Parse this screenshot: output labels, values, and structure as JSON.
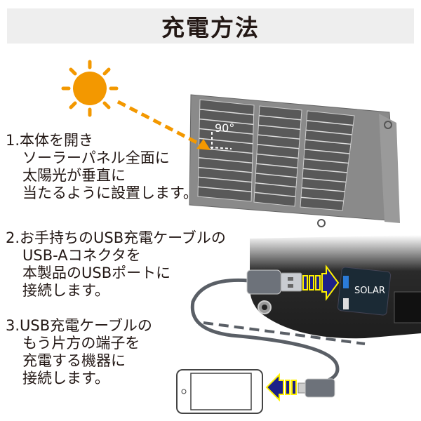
{
  "title": "充電方法",
  "steps": [
    {
      "lines": [
        "1.本体を開き",
        "ソーラーパネル全面に",
        "太陽光が垂直に",
        "当たるように設置します。"
      ]
    },
    {
      "lines": [
        "2.お手持ちのUSB充電ケーブルの",
        "USB-Aコネクタを",
        "本製品のUSBポートに",
        "接続します。"
      ]
    },
    {
      "lines": [
        "3.USB充電ケーブルの",
        "もう片方の端子を",
        "充電する機器に",
        "接続します。"
      ]
    }
  ],
  "angle_label": "90°",
  "device_label": "SOLAR",
  "colors": {
    "sun": "#f39800",
    "panel": "#7d7d7d",
    "arrow": "#1d2088",
    "arrow_outline": "#fff100"
  }
}
